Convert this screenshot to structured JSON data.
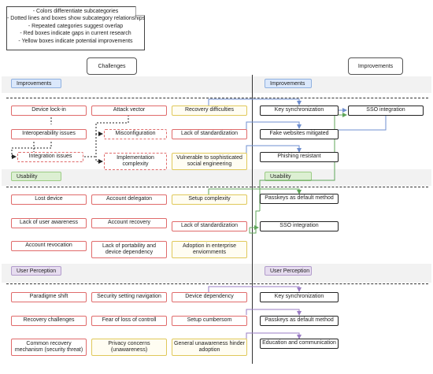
{
  "legend": [
    "- Colors differentiate subcategories",
    "- Dotted lines and boxes show subcategory relationships",
    "- Repeated categories suggest overlap",
    "- Red boxes indicate gaps in current research",
    "- Yellow boxes indicate potential improvements"
  ],
  "headers": {
    "challenges": "Challenges",
    "improvements": "Improvements"
  },
  "sections": {
    "improvements": "Improvements",
    "usability": "Usability",
    "perception": "User Perception"
  },
  "challenges": {
    "improvements": {
      "device_lockin": "Device lock-in",
      "attack_vector": "Attack vector",
      "recovery_difficulties": "Recovery difficulties",
      "interoperability": "Interoperability issues",
      "misconfiguration": "Misconfiguration",
      "lack_standard": "Lack of standardization",
      "integration": "Integration issues",
      "impl_complexity": "Implementation complexity",
      "social_eng": "Vulnerable to sophisticated social engineering"
    },
    "usability": {
      "lost_device": "Lost device",
      "account_delegation": "Account delegaton",
      "setup_complexity": "Setup complexity",
      "lack_awareness": "Lack of user awareness",
      "account_recovery": "Account recovery",
      "lack_standard": "Lack of standardization",
      "account_revocation": "Account revocation",
      "lack_portability": "Lack of portability and device dependency",
      "adoption_enterprise": "Adoption in enterprise enviornments"
    },
    "perception": {
      "paradigm_shift": "Paradigme shift",
      "security_nav": "Security setting navigation",
      "device_dependency": "Device dependency",
      "recovery_challenges": "Recovery challenges",
      "fear_loss": "Fear of loss of controll",
      "setup_cumbersome": "Setup cumbersom",
      "common_recovery": "Common recovery mechanism (security threat)",
      "privacy": "Privacy concerns (unawareness)",
      "general_unawareness": "General unawareness hinder adoption"
    }
  },
  "improvements": {
    "improvements": {
      "key_sync": "Key synchronization",
      "sso": "SSO integration",
      "fake_websites": "Fake websites mitigated",
      "phishing": "Phishing resistant"
    },
    "usability": {
      "passkeys_default": "Passkeys as default method",
      "sso": "SSO integration"
    },
    "perception": {
      "key_sync": "Key synchronization",
      "passkeys_default": "Passkeys as default method",
      "education": "Education and communication"
    }
  }
}
